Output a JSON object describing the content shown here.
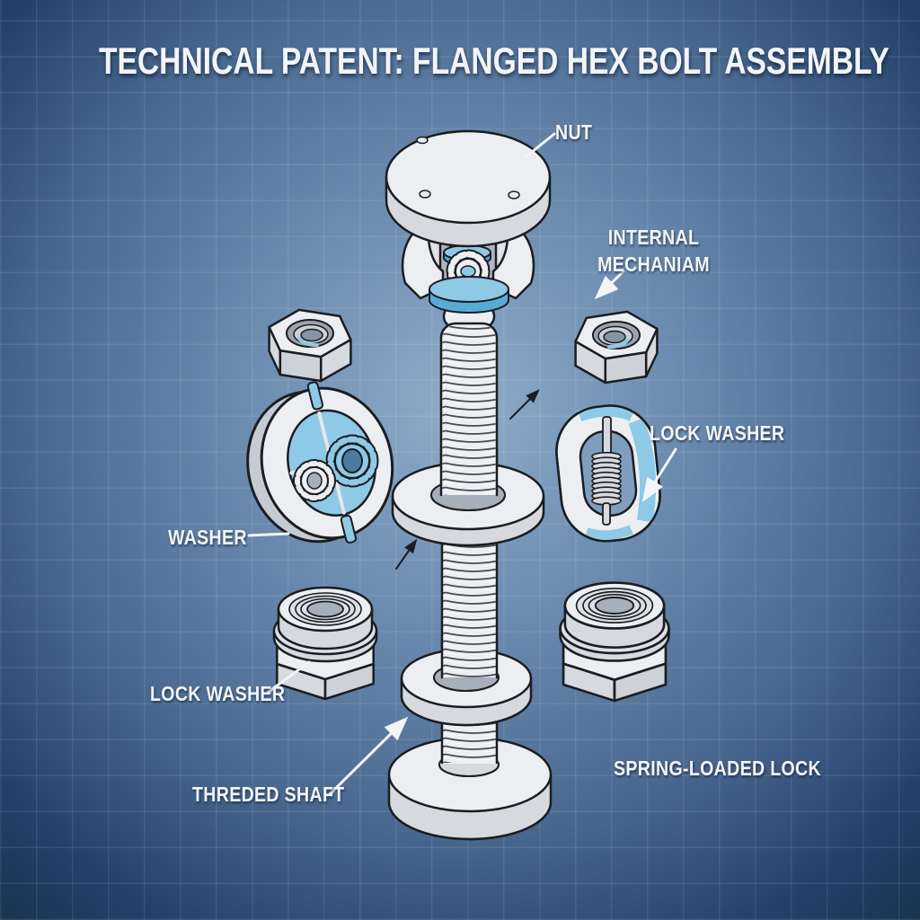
{
  "title": "TECHNICAL PATENT: FLANGED HEX BOLT ASSEMBLY",
  "labels": {
    "nut": "NUT",
    "internal_mechanism_line1": "INTERNAL",
    "internal_mechanism_line2": "MECHANIAM",
    "lock_washer_right": "LOCK WASHER",
    "washer": "WASHER",
    "lock_washer_left": "LOCK WASHER",
    "threaded_shaft": "THREDED SHAFT",
    "spring_loaded_lock": "SPRING-LOADED LOCK"
  },
  "colors": {
    "background_center": "#8fadc9",
    "background_edge": "#19334f",
    "grid_line": "rgba(255,255,255,0.085)",
    "part_light": "#eceef1",
    "part_mid": "#d6dadf",
    "part_shade": "#c3c8cf",
    "hole_gray": "#a7afba",
    "outline": "#1a1d21",
    "accent_blue": "#8ec9e6",
    "accent_blue_dark": "#58abd6",
    "label_text": "#f2f5f8"
  },
  "parts": [
    "flanged-bolt-head",
    "internal-gear-mechanism",
    "threaded-shaft",
    "middle-flat-washer",
    "lower-flat-washer",
    "base-flange",
    "hex-nut-left",
    "hex-nut-right",
    "gear-washer",
    "spring-lock-washer",
    "flanged-lock-nut-left",
    "flanged-lock-nut-right"
  ]
}
